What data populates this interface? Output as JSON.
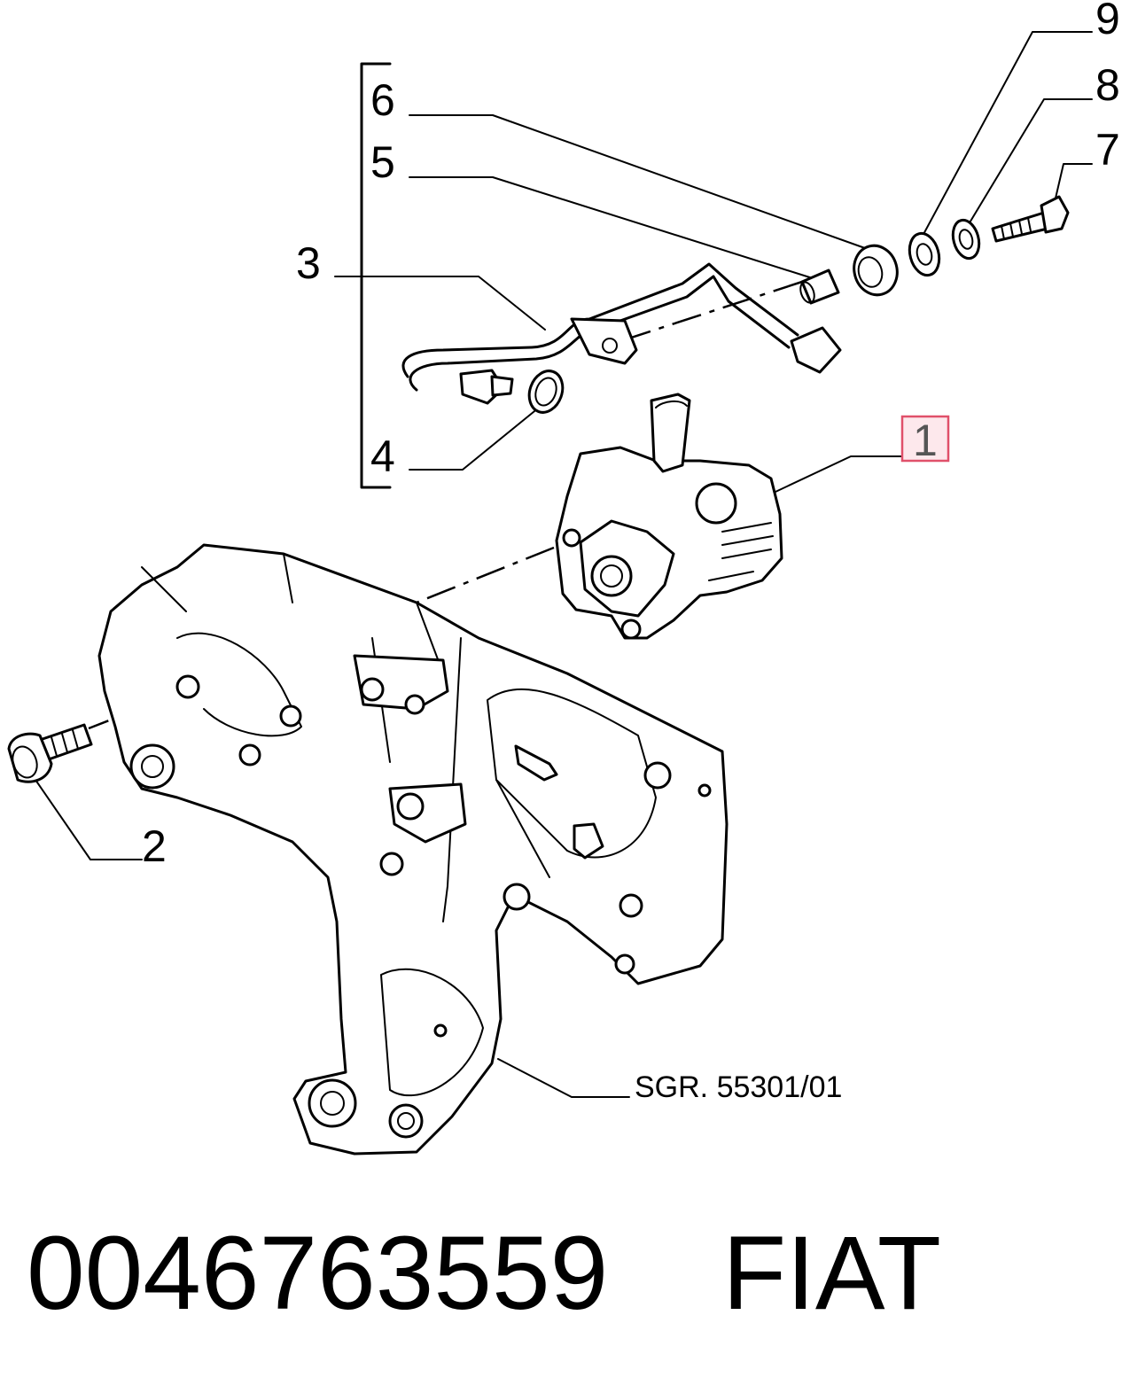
{
  "callouts": {
    "c1": "1",
    "c2": "2",
    "c3": "3",
    "c4": "4",
    "c5": "5",
    "c6": "6",
    "c7": "7",
    "c8": "8",
    "c9": "9"
  },
  "reference": "SGR. 55301/01",
  "footer": {
    "part_number": "0046763559",
    "brand": "FIAT"
  },
  "colors": {
    "highlight": "#e0506a",
    "ink": "#000000"
  }
}
